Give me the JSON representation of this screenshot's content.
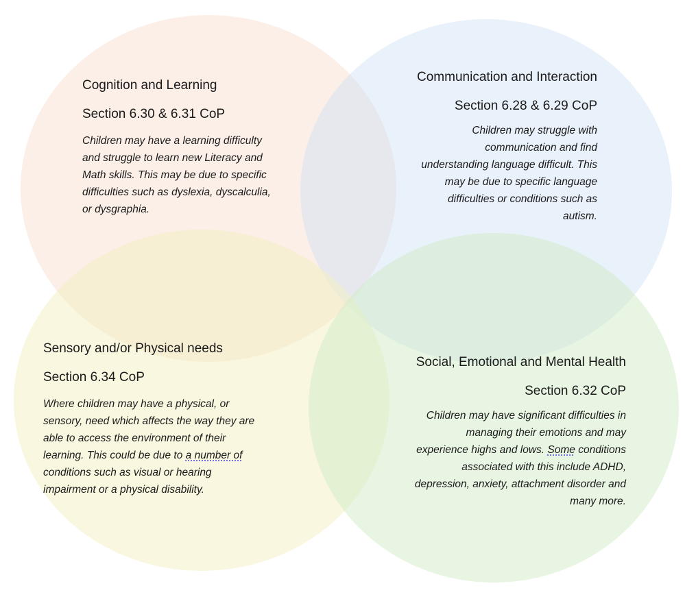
{
  "colors": {
    "cognition": "#f7dfcf",
    "communication": "#cfe1f3",
    "sensory": "#f3efbf",
    "social": "#d2ecc8"
  },
  "areas": [
    {
      "title": "Cognition and Learning",
      "section": "Section 6.30 & 6.31 CoP",
      "lines": [
        "Children may have a learning difficulty",
        "and struggle to learn new Literacy and",
        "Math skills. This may be due to specific",
        "difficulties such as dyslexia, dyscalculia,",
        "or dysgraphia."
      ]
    },
    {
      "title": "Communication and Interaction",
      "section": "Section 6.28 & 6.29 CoP",
      "lines": [
        "Children may struggle with",
        "communication and find",
        "understanding language difficult. This",
        "may be due to specific language",
        "difficulties or conditions such as",
        "autism."
      ]
    },
    {
      "title": "Sensory and/or Physical needs",
      "section": "Section 6.34 CoP",
      "lines": [
        "Where children may have a physical, or",
        "sensory, need which affects the way they are",
        "able to access the environment of their",
        "learning. This could be due to a number of",
        "conditions such as visual or hearing",
        "impairment or a physical disability."
      ]
    },
    {
      "title": "Social, Emotional and Mental Health",
      "section": "Section 6.32 CoP",
      "lines": [
        "Children may have significant difficulties in",
        "managing their emotions and may",
        "experience highs and lows. Some conditions",
        "associated with this include ADHD,",
        "depression, anxiety, attachment disorder and",
        "many more."
      ]
    }
  ]
}
